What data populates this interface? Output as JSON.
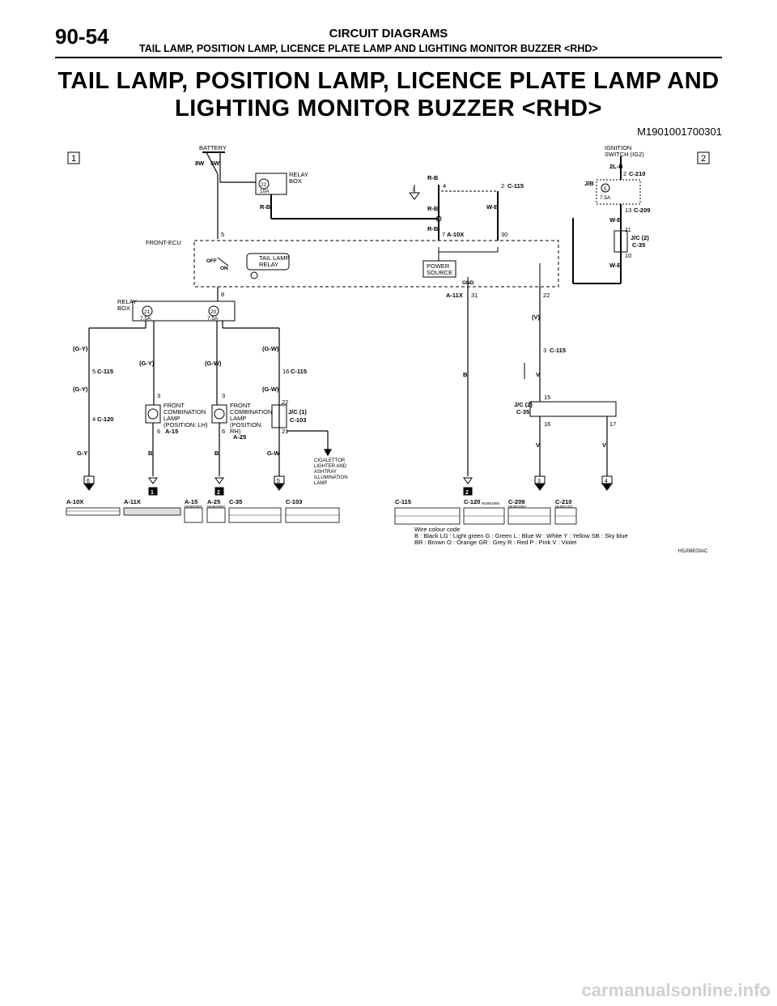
{
  "header": {
    "page_number": "90-54",
    "section": "CIRCUIT DIAGRAMS",
    "subtitle": "TAIL LAMP, POSITION LAMP, LICENCE PLATE LAMP AND LIGHTING MONITOR BUZZER <RHD>"
  },
  "title": {
    "line1": "TAIL LAMP, POSITION LAMP, LICENCE PLATE LAMP AND",
    "line2": "LIGHTING MONITOR BUZZER <RHD>"
  },
  "doc_id": "M1901001700301",
  "sheet_markers": [
    "1",
    "2"
  ],
  "components": {
    "battery": "BATTERY",
    "fuse_8w": "8W",
    "fuse_5w": "5W",
    "relay_box_top": [
      "RELAY",
      "BOX"
    ],
    "fuse_22": "22",
    "fuse_22_rating": "10A",
    "ignition": [
      "IGNITION",
      "SWITCH (IG2)"
    ],
    "front_ecu": "FRONT-ECU",
    "tail_relay": [
      "TAIL LAMP",
      "RELAY"
    ],
    "off": "OFF",
    "on": "ON",
    "power_source": [
      "POWER",
      "SOURCE"
    ],
    "gnd": "GND",
    "relay_box_left": [
      "RELAY",
      "BOX"
    ],
    "fuse_21": "21",
    "fuse_20": "20",
    "fuse_75a": "7.5A",
    "jb": "J/B",
    "fuse_5": "5",
    "lamp_lh": [
      "FRONT",
      "COMBINATION",
      "LAMP",
      "(POSITION: LH)"
    ],
    "lamp_rh": [
      "FRONT",
      "COMBINATION",
      "LAMP",
      "(POSITION:",
      "RH)"
    ],
    "jc1": "J/C (1)",
    "jc2": "J/C (2)",
    "cigar": [
      "CIGALETTOR",
      "LIGHTER AND",
      "ASHTRAY",
      "ILLUMINATION",
      "LAMP"
    ]
  },
  "wires": {
    "rb": "R-B",
    "wb": "W-B",
    "l2b": "2L-B",
    "gy": "G-Y",
    "gy_paren": "(G-Y)",
    "gw": "G-W",
    "gw_paren": "(G-W)",
    "b": "B",
    "v": "V",
    "v_paren": "(V)"
  },
  "connectors": {
    "a10x": "A-10X",
    "a11x": "A-11X",
    "a15": "A-15",
    "a25": "A-25",
    "c35": "C-35",
    "c103": "C-103",
    "c115": "C-115",
    "c120": "C-120",
    "c209": "C-209",
    "c210": "C-210"
  },
  "pins": [
    "5",
    "7",
    "30",
    "8",
    "31",
    "22",
    "4",
    "2",
    "13",
    "11",
    "10",
    "16",
    "3",
    "6",
    "21",
    "15",
    "17"
  ],
  "part_numbers": [
    "MU802907",
    "MU802907",
    "MU801855",
    "MU801857",
    "MU801331"
  ],
  "ground_tags": [
    "6",
    "5",
    "3",
    "4",
    "3"
  ],
  "splice_tags": [
    "1",
    "2",
    "2"
  ],
  "wire_colour_code": {
    "title": "Wire colour code",
    "line1": "B : Black     LG : Light green     G : Green     L : Blue     W : White     Y : Yellow     SB : Sky blue",
    "line2": "BR : Brown     O : Orange     GR : Grey     R : Red     P : Pink     V : Violet"
  },
  "figure_id": "H5J08E03AC",
  "watermark": "carmanualsonline.info"
}
